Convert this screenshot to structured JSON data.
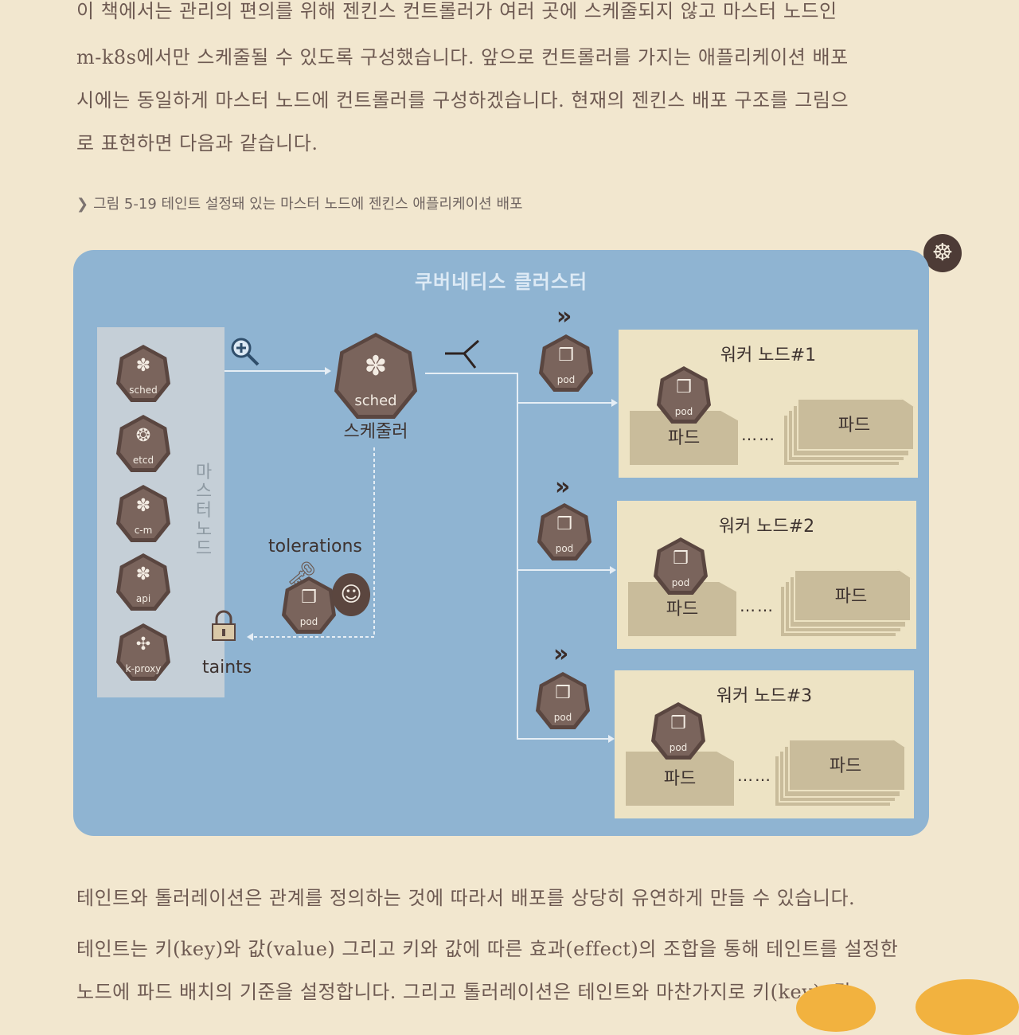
{
  "intro_lines": [
    "이 책에서는 관리의 편의를 위해 젠킨스 컨트롤러가 여러 곳에 스케줄되지 않고 마스터 노드인",
    "m-k8s에서만 스케줄될 수 있도록 구성했습니다. 앞으로 컨트롤러를 가지는 애플리케이션 배포",
    "시에는 동일하게 마스터 노드에 컨트롤러를 구성하겠습니다. 현재의 젠킨스 배포 구조를 그림으",
    "로 표현하면 다음과 같습니다."
  ],
  "caption": "그림 5-19 테인트 설정돼 있는 마스터 노드에 젠킨스 애플리케이션 배포",
  "diagram": {
    "cluster_title": "쿠버네티스 클러스터",
    "master_label": "마스터노드",
    "master_components": [
      "sched",
      "etcd",
      "c-m",
      "api",
      "k-proxy"
    ],
    "scheduler_hex_label": "sched",
    "scheduler_caption": "스케줄러",
    "tolerations_label": "tolerations",
    "taints_label": "taints",
    "pod_label": "pod",
    "workers": [
      {
        "title": "워커 노드#1",
        "pod_box": "파드",
        "dots": "……",
        "stack": "파드"
      },
      {
        "title": "워커 노드#2",
        "pod_box": "파드",
        "dots": "……",
        "stack": "파드"
      },
      {
        "title": "워커 노드#3",
        "pod_box": "파드",
        "dots": "……",
        "stack": "파드"
      }
    ]
  },
  "body_lines": [
    "테인트와 톨러레이션은 관계를 정의하는 것에 따라서 배포를 상당히 유연하게 만들 수 있습니다.",
    "테인트는 키(key)와 값(value) 그리고 키와 값에 따른 효과(effect)의 조합을 통해 테인트를 설정한",
    "노드에 파드 배치의 기준을 설정합니다. 그리고 톨러레이션은 테인트와 마찬가지로 키(key), 값"
  ],
  "colors": {
    "page": "#f2e7cf",
    "diagram_bg": "#8fb4d2",
    "master_panel": "#c5cfd7",
    "worker_bg": "#ede3c4",
    "hex": "#5a4640"
  }
}
